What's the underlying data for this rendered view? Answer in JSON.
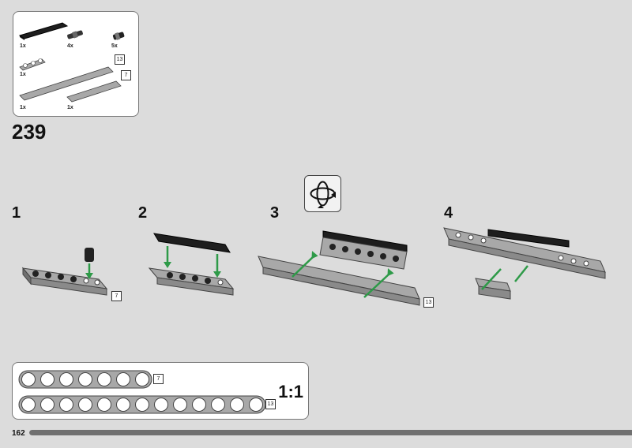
{
  "parts_list": {
    "items": [
      {
        "name": "black-plate",
        "qty": "1x"
      },
      {
        "name": "axle-pin",
        "qty": "4x"
      },
      {
        "name": "friction-pin",
        "qty": "5x"
      },
      {
        "name": "short-beam",
        "qty": "1x"
      },
      {
        "name": "beam-13",
        "qty": "1x",
        "size": "13"
      },
      {
        "name": "beam-7",
        "qty": "1x",
        "size": "7"
      }
    ]
  },
  "page_step": "239",
  "sub_steps": [
    {
      "number": "1",
      "size_tag": "7"
    },
    {
      "number": "2"
    },
    {
      "number": "3",
      "size_tag": "13"
    },
    {
      "number": "4"
    }
  ],
  "rotate_icon": "rotate-model-icon",
  "scale_reference": {
    "label": "1:1",
    "beams": [
      {
        "holes": 7,
        "size_tag": "7"
      },
      {
        "holes": 13,
        "size_tag": "13"
      }
    ]
  },
  "footer": {
    "page_number": "162",
    "progress_fraction": 1.0
  },
  "colors": {
    "background": "#dcdcdc",
    "beam": "#a8a8a8",
    "beam_dark": "#6f6f6f",
    "arrow": "#2e9a48",
    "progress": "#707070",
    "black_part": "#1e1e1e"
  }
}
